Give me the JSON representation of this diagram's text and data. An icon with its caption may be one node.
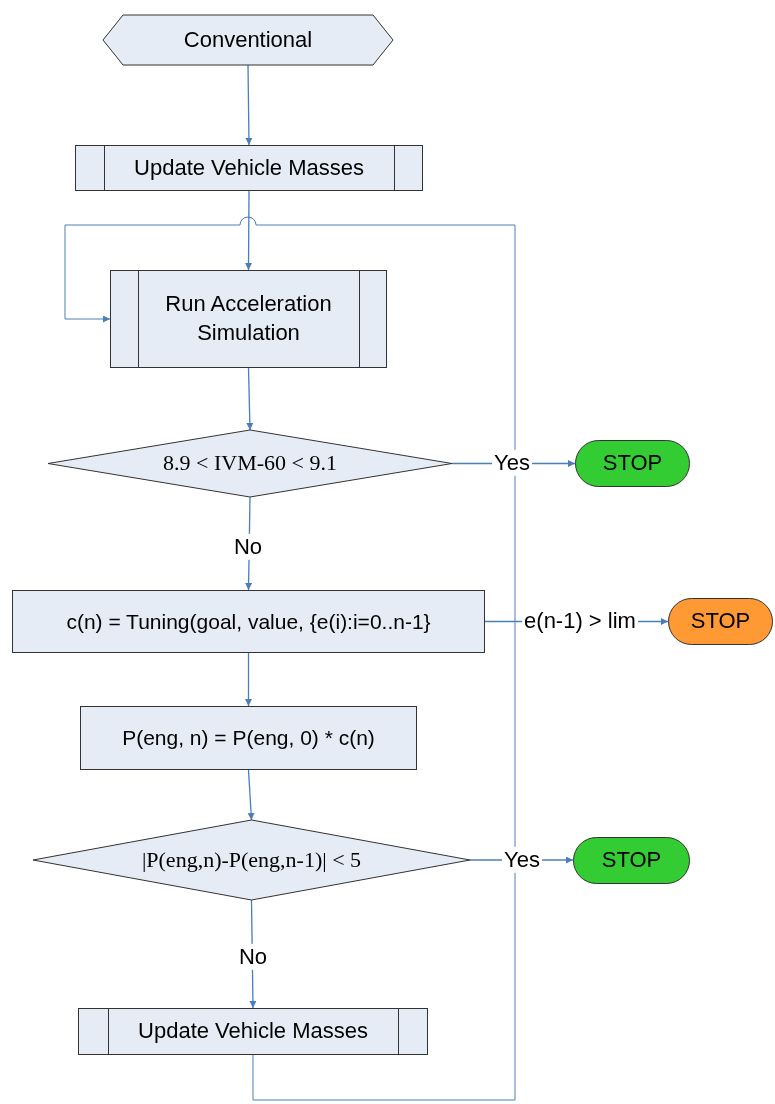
{
  "diagram": {
    "nodes": [
      {
        "text": [
          "Conventional"
        ]
      },
      {
        "text": [
          "Update Vehicle Masses"
        ]
      },
      {
        "text": [
          "Run Acceleration Simulation"
        ]
      },
      {
        "text": [
          "8.9 < IVM-60 < 9.1"
        ]
      },
      {
        "text": [
          "STOP"
        ]
      },
      {
        "text": [
          "c(n) = Tuning(goal, value, {e(i):i=0..n-1}"
        ]
      },
      {
        "text": [
          "STOP"
        ]
      },
      {
        "text": [
          "P(eng, n) = P(eng, 0) * c(n)"
        ]
      },
      {
        "text": [
          "|P(eng,n)-P(eng,n-1)| < 5"
        ]
      },
      {
        "text": [
          "STOP"
        ]
      },
      {
        "text": [
          "Update Vehicle Masses"
        ]
      }
    ],
    "edges": [
      {
        "from": 0,
        "to": 1,
        "arrow": "to"
      },
      {
        "from": 1,
        "to": 2,
        "arrow": "to"
      },
      {
        "from": 2,
        "to": 3,
        "arrow": "to"
      },
      {
        "from": 3,
        "to": 4,
        "arrow": "to",
        "label": "Yes"
      },
      {
        "from": 3,
        "to": 5,
        "arrow": "to",
        "label": "No"
      },
      {
        "from": 5,
        "to": 6,
        "arrow": "to",
        "label": "e(n-1) > lim"
      },
      {
        "from": 5,
        "to": 7,
        "arrow": "to"
      },
      {
        "from": 7,
        "to": 8,
        "arrow": "to"
      },
      {
        "from": 8,
        "to": 9,
        "arrow": "to",
        "label": "Yes"
      },
      {
        "from": 8,
        "to": 10,
        "arrow": "to",
        "label": "No"
      },
      {
        "from": 10,
        "to": 2,
        "arrow": "to"
      }
    ]
  }
}
